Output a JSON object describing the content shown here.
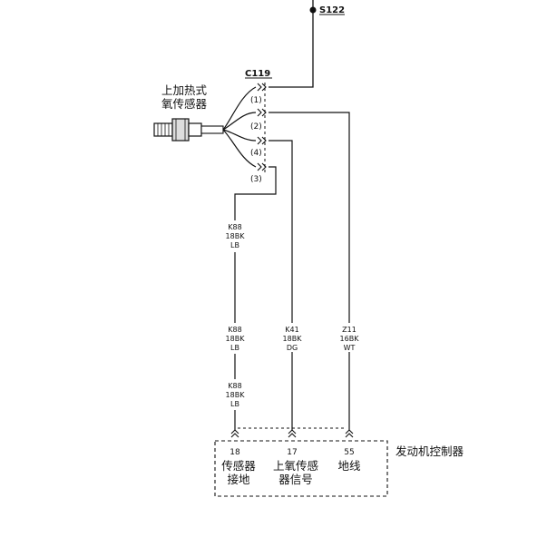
{
  "splice": {
    "label": "S122"
  },
  "sensor": {
    "name_line1": "上加热式",
    "name_line2": "氧传感器",
    "icon": "oxygen-sensor-icon"
  },
  "connector": {
    "name": "C119",
    "pins": [
      "(1)",
      "(2)",
      "(4)",
      "(3)"
    ]
  },
  "wires": {
    "k88_a": {
      "circuit": "K88",
      "gauge": "18BK",
      "color": "LB"
    },
    "k88_b": {
      "circuit": "K88",
      "gauge": "18BK",
      "color": "LB"
    },
    "k88_c": {
      "circuit": "K88",
      "gauge": "18BK",
      "color": "LB"
    },
    "k41": {
      "circuit": "K41",
      "gauge": "18BK",
      "color": "DG"
    },
    "z11": {
      "circuit": "Z11",
      "gauge": "16BK",
      "color": "WT"
    }
  },
  "ecm": {
    "name": "发动机控制器",
    "pins": [
      {
        "number": "18",
        "label_line1": "传感器",
        "label_line2": "接地"
      },
      {
        "number": "17",
        "label_line1": "上氧传感",
        "label_line2": "器信号"
      },
      {
        "number": "55",
        "label_line1": "地线",
        "label_line2": ""
      }
    ]
  },
  "colors": {
    "line": "#111111",
    "background": "#ffffff"
  }
}
